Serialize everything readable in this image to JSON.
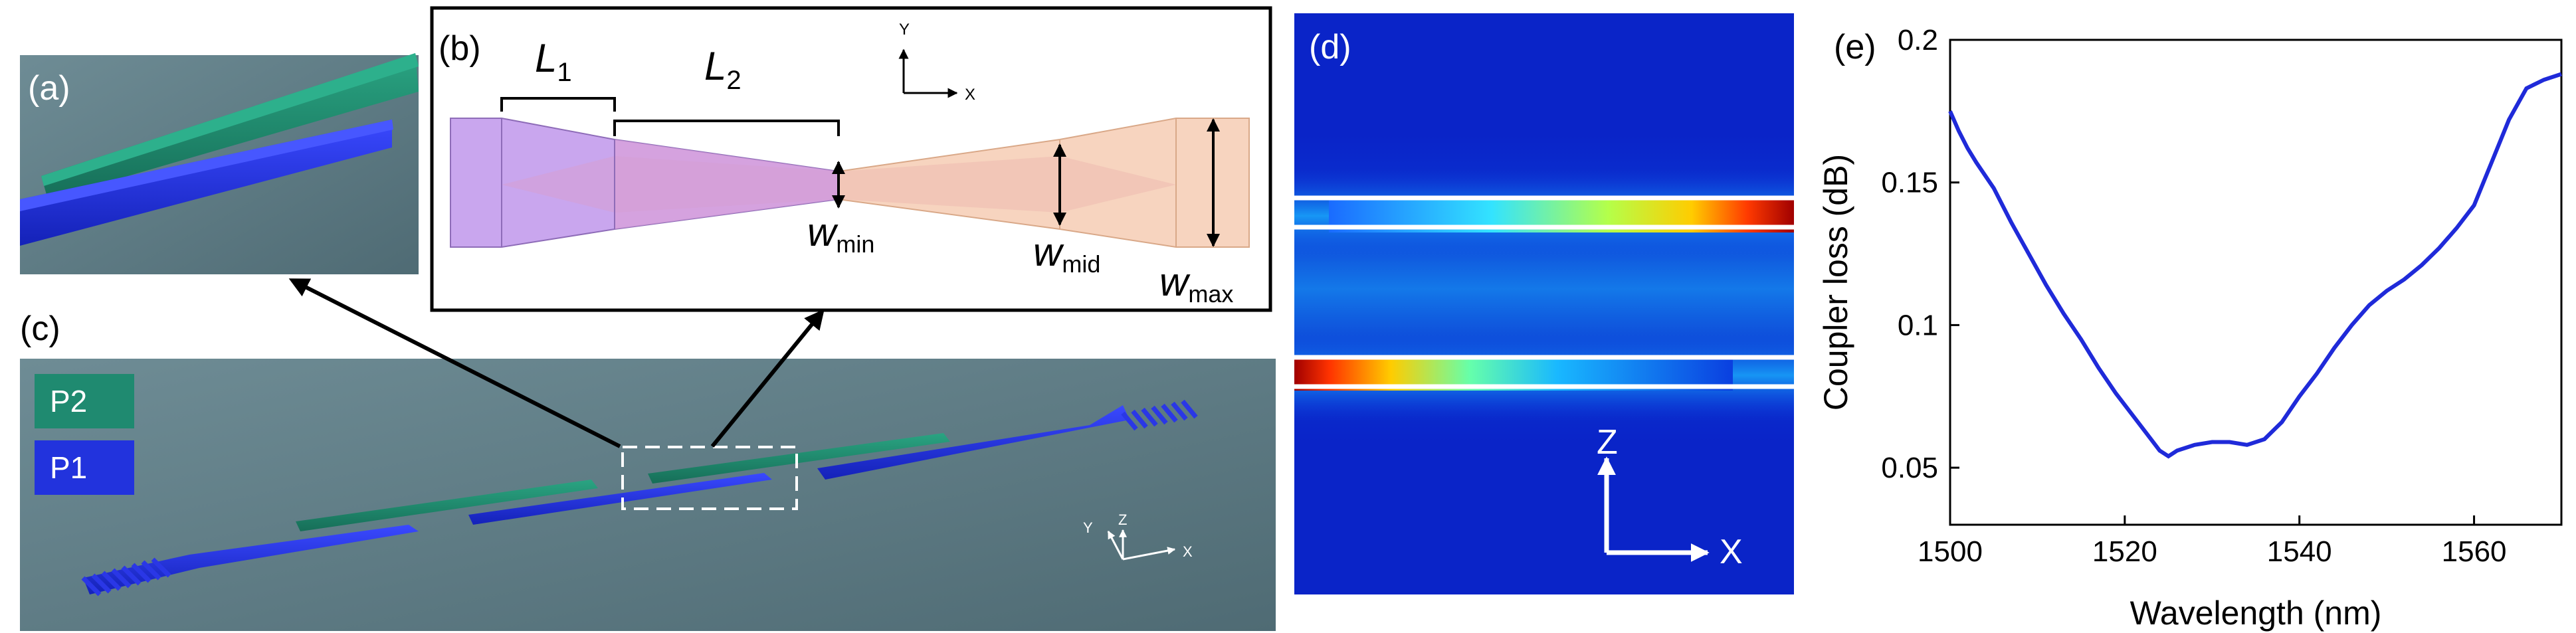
{
  "panels": {
    "a": {
      "label": "(a)"
    },
    "b": {
      "label": "(b)",
      "dims": {
        "L1": {
          "base": "L",
          "sub": "1"
        },
        "L2": {
          "base": "L",
          "sub": "2"
        },
        "wmin": {
          "base": "w",
          "sub": "min"
        },
        "wmid": {
          "base": "w",
          "sub": "mid"
        },
        "wmax": {
          "base": "w",
          "sub": "max"
        }
      },
      "axes": {
        "y": "Y",
        "x": "X"
      }
    },
    "c": {
      "label": "(c)",
      "legend": [
        {
          "name": "P2",
          "color": "#1f8a70"
        },
        {
          "name": "P1",
          "color": "#2233dd"
        }
      ],
      "axes": {
        "y": "Y",
        "z": "Z",
        "x": "X"
      }
    },
    "d": {
      "label": "(d)",
      "axes": {
        "z": "Z",
        "x": "X"
      }
    },
    "e": {
      "label": "(e)"
    }
  },
  "colors": {
    "substrate": "#5f7d86",
    "p1": "#2233dd",
    "p2": "#1f8a70",
    "purple": "#c7a3ec",
    "peach": "#f6d2bd",
    "line": "#1f2ad9"
  },
  "chart_data": {
    "type": "line",
    "title": "",
    "xlabel": "Wavelength (nm)",
    "ylabel": "Coupler loss (dB)",
    "xlim": [
      1500,
      1570
    ],
    "ylim": [
      0.03,
      0.2
    ],
    "xticks": [
      1500,
      1520,
      1540,
      1560
    ],
    "yticks": [
      0.05,
      0.1,
      0.15,
      0.2
    ],
    "ytick_labels": [
      "0.05",
      "0.1",
      "0.15",
      "0.2"
    ],
    "grid": false,
    "series": [
      {
        "x": [
          1500,
          1501,
          1502,
          1503,
          1505,
          1507,
          1509,
          1511,
          1513,
          1515,
          1517,
          1519,
          1521,
          1523,
          1524,
          1525,
          1526,
          1528,
          1530,
          1532,
          1534,
          1536,
          1538,
          1540,
          1542,
          1544,
          1546,
          1548,
          1550,
          1552,
          1554,
          1556,
          1558,
          1560,
          1562,
          1564,
          1566,
          1568,
          1570
        ],
        "y": [
          0.175,
          0.168,
          0.162,
          0.157,
          0.148,
          0.136,
          0.125,
          0.114,
          0.104,
          0.095,
          0.085,
          0.076,
          0.068,
          0.06,
          0.056,
          0.054,
          0.056,
          0.058,
          0.059,
          0.059,
          0.058,
          0.06,
          0.066,
          0.075,
          0.083,
          0.092,
          0.1,
          0.107,
          0.112,
          0.116,
          0.121,
          0.127,
          0.134,
          0.142,
          0.157,
          0.172,
          0.183,
          0.186,
          0.188
        ]
      }
    ]
  }
}
